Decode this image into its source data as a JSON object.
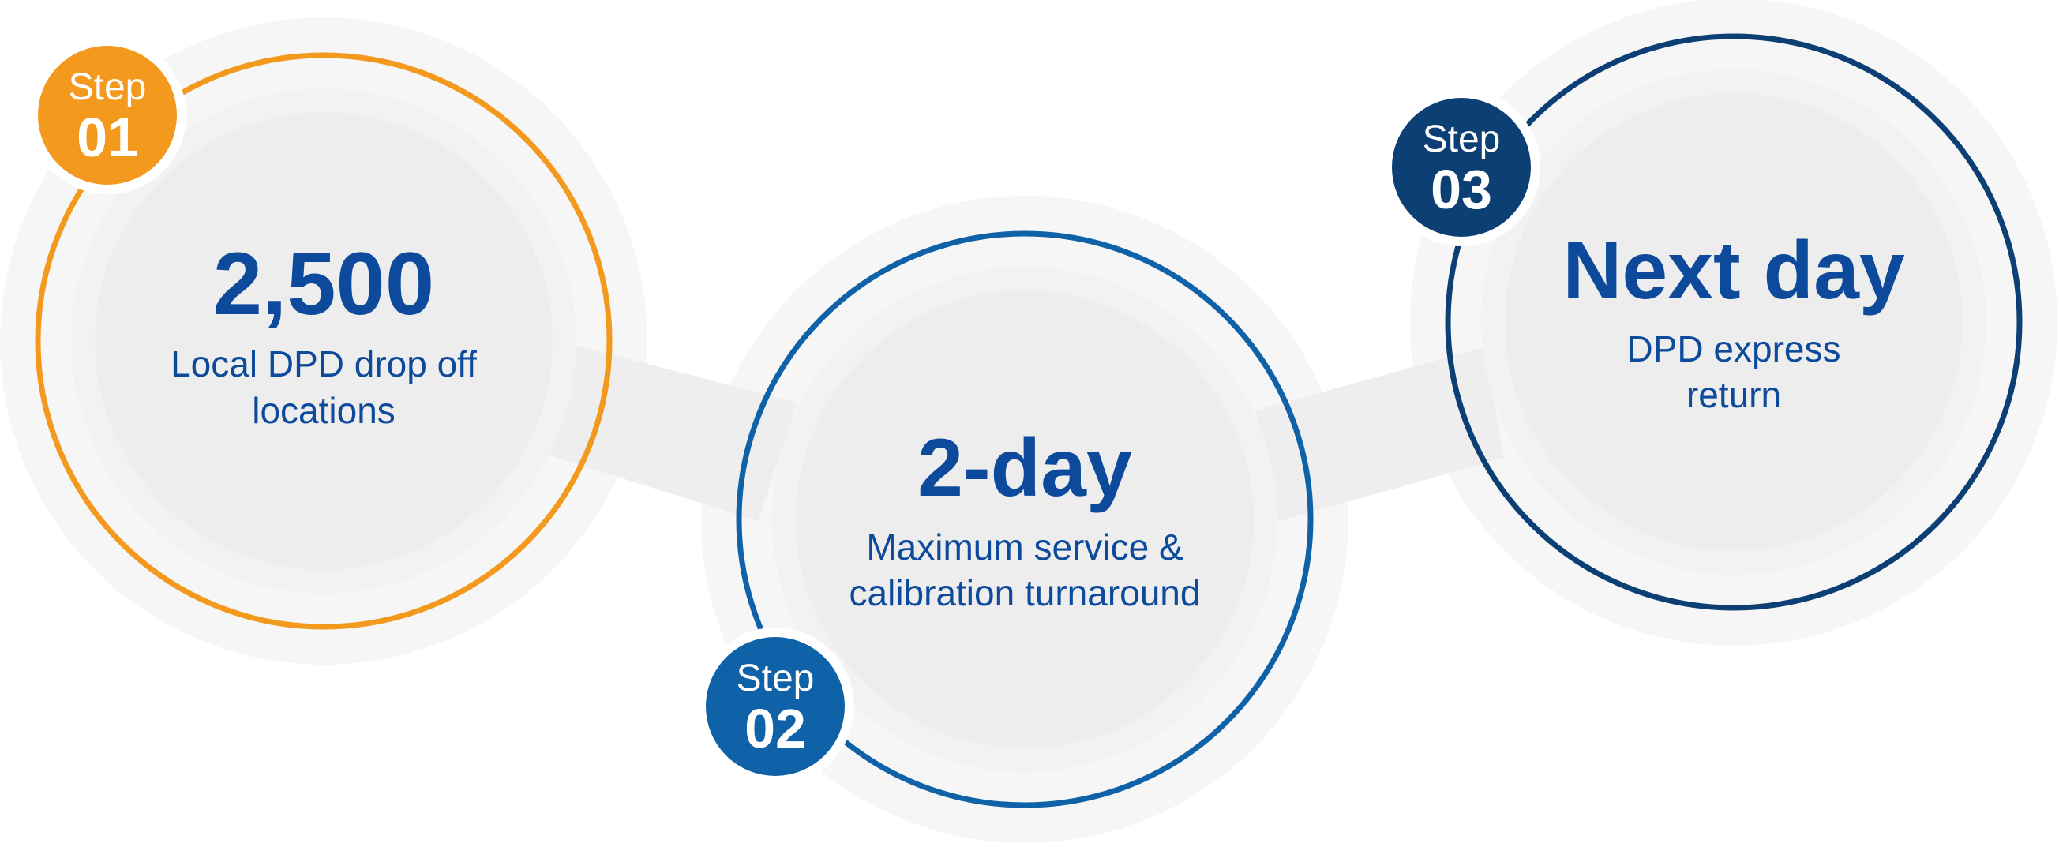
{
  "colors": {
    "step1": "#F39A1E",
    "step2": "#0F62A8",
    "step3": "#0C3F73",
    "text_blue": "#0D4A9C",
    "connector": "#EEEEEE",
    "halo": "#F6F6F6",
    "inner": "#EDEDED"
  },
  "steps": [
    {
      "badge_label": "Step",
      "badge_number": "01",
      "headline": "2,500",
      "description_line1": "Local DPD drop off",
      "description_line2": "locations"
    },
    {
      "badge_label": "Step",
      "badge_number": "02",
      "headline": "2-day",
      "description_line1": "Maximum service &",
      "description_line2": "calibration turnaround"
    },
    {
      "badge_label": "Step",
      "badge_number": "03",
      "headline": "Next day",
      "description_line1": "DPD express",
      "description_line2": "return"
    }
  ]
}
